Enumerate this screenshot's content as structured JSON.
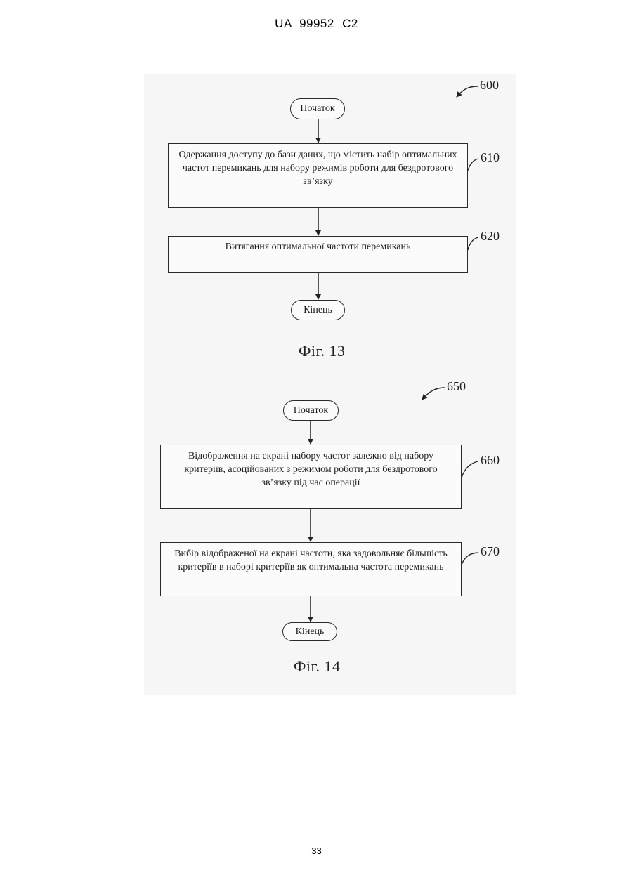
{
  "header": {
    "doc_id": "UA   99952   C2"
  },
  "figure13": {
    "ref_main": "600",
    "start": "Початок",
    "step1_text": "Одержання доступу до бази даних, що містить набір оптимальних частот перемикань для набору режимів роботи для бездротового зв’язку",
    "step1_ref": "610",
    "step2_text": "Витягання оптимальної частоти перемикань",
    "step2_ref": "620",
    "end": "Кінець",
    "caption": "Фіг. 13"
  },
  "figure14": {
    "ref_main": "650",
    "start": "Початок",
    "step1_text": "Відображення на екрані набору частот залежно від набору критеріїв, асоційованих з режимом роботи для бездротового зв’язку під час операції",
    "step1_ref": "660",
    "step2_text": "Вибір відображеної на екрані частоти, яка задовольняє більшість критеріїв в наборі критеріїв як оптимальна частота перемикань",
    "step2_ref": "670",
    "end": "Кінець",
    "caption": "Фіг. 14"
  },
  "footer": {
    "page_number": "33"
  }
}
